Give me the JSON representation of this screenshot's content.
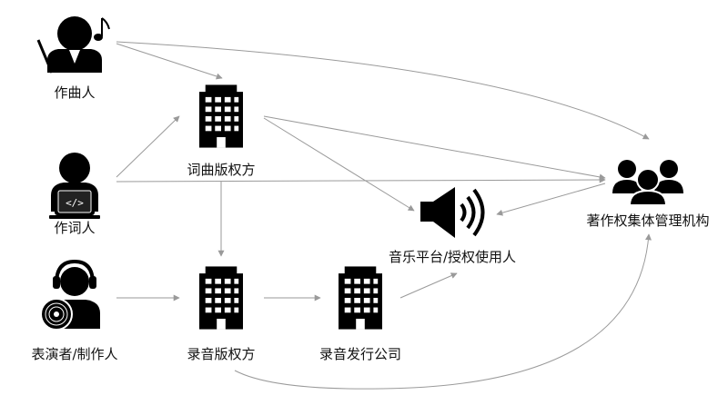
{
  "nodes": {
    "composer": {
      "label": "作曲人",
      "icon": "conductor-person-icon"
    },
    "lyricist": {
      "label": "作词人",
      "icon": "person-laptop-icon"
    },
    "performer": {
      "label": "表演者/制作人",
      "icon": "person-headphones-disc-icon"
    },
    "lyrics_rights_holder": {
      "label": "词曲版权方",
      "icon": "office-building-icon"
    },
    "recording_rights_holder": {
      "label": "录音版权方",
      "icon": "office-building-icon"
    },
    "record_label": {
      "label": "录音发行公司",
      "icon": "office-building-icon"
    },
    "music_platform": {
      "label": "音乐平台/授权使用人",
      "icon": "speaker-sound-icon"
    },
    "collective_org": {
      "label": "著作权集体管理机构",
      "icon": "people-group-icon"
    }
  },
  "colors": {
    "icon": "#000000",
    "arrow": "#9a9a9a",
    "text": "#111111"
  }
}
